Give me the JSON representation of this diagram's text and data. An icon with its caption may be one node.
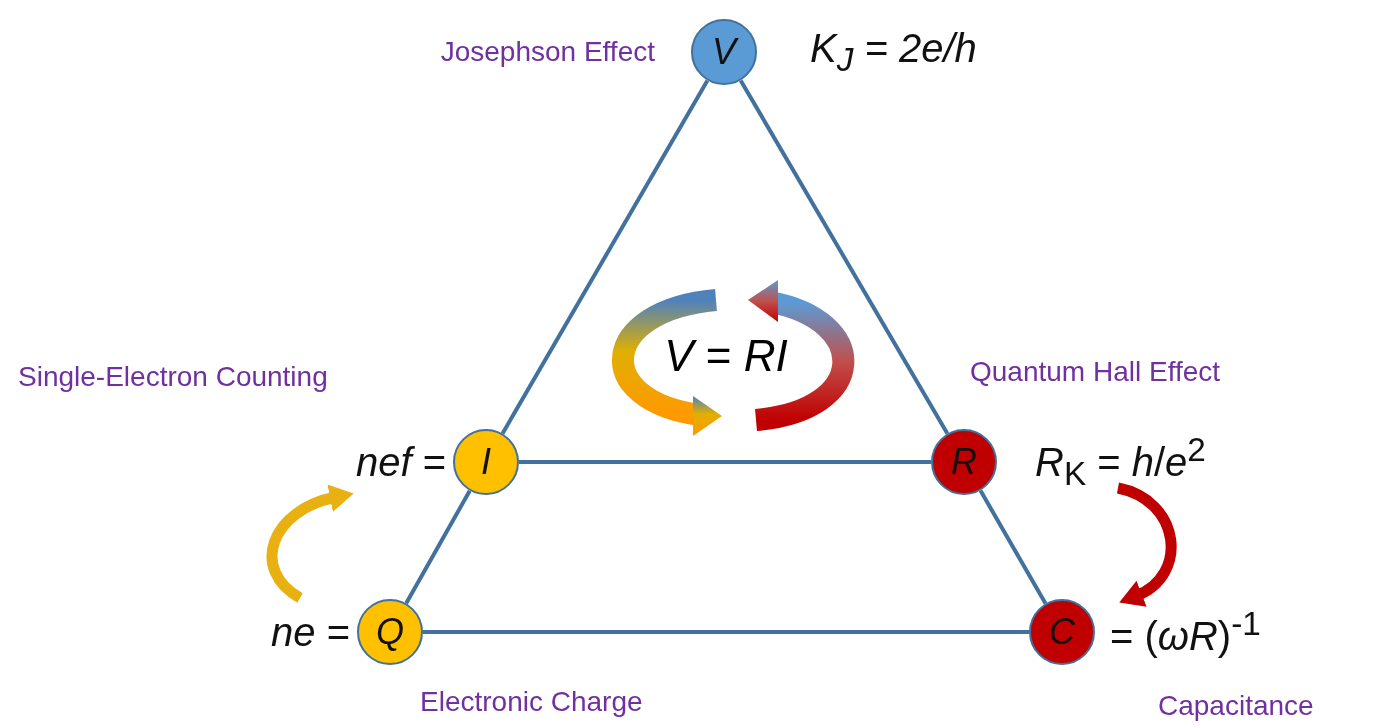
{
  "diagram": {
    "nodes": [
      {
        "text": [
          "V"
        ],
        "beside": [
          "Josephson Effect",
          "K$_{J}$ = 2e/h"
        ]
      },
      {
        "text": [
          "I"
        ],
        "beside": [
          "Single-Electron Counting",
          "*nef* ="
        ]
      },
      {
        "text": [
          "R"
        ],
        "beside": [
          "Quantum Hall Effect",
          "*R*$_{K}$ = *h*/*e*$^{2}$"
        ]
      },
      {
        "text": [
          "Q"
        ],
        "beside": [
          "*ne* =",
          "Electronic Charge"
        ]
      },
      {
        "text": [
          "C"
        ],
        "beside": [
          "= (*ωR*)$^{-1}$",
          "Capacitance"
        ]
      }
    ],
    "edges": [
      {
        "from": 0,
        "to": 1,
        "arrow": "none"
      },
      {
        "from": 0,
        "to": 2,
        "arrow": "none"
      },
      {
        "from": 1,
        "to": 2,
        "arrow": "none"
      },
      {
        "from": 1,
        "to": 3,
        "arrow": "none"
      },
      {
        "from": 2,
        "to": 4,
        "arrow": "none"
      },
      {
        "from": 3,
        "to": 4,
        "arrow": "none"
      },
      {
        "from": 3,
        "to": 1,
        "arrow": "to",
        "style": "thick",
        "color": "#e8b010"
      },
      {
        "from": 2,
        "to": 4,
        "arrow": "to",
        "style": "thick",
        "color": "#c00000"
      }
    ],
    "labels": [
      "*V* = *RI*"
    ]
  }
}
